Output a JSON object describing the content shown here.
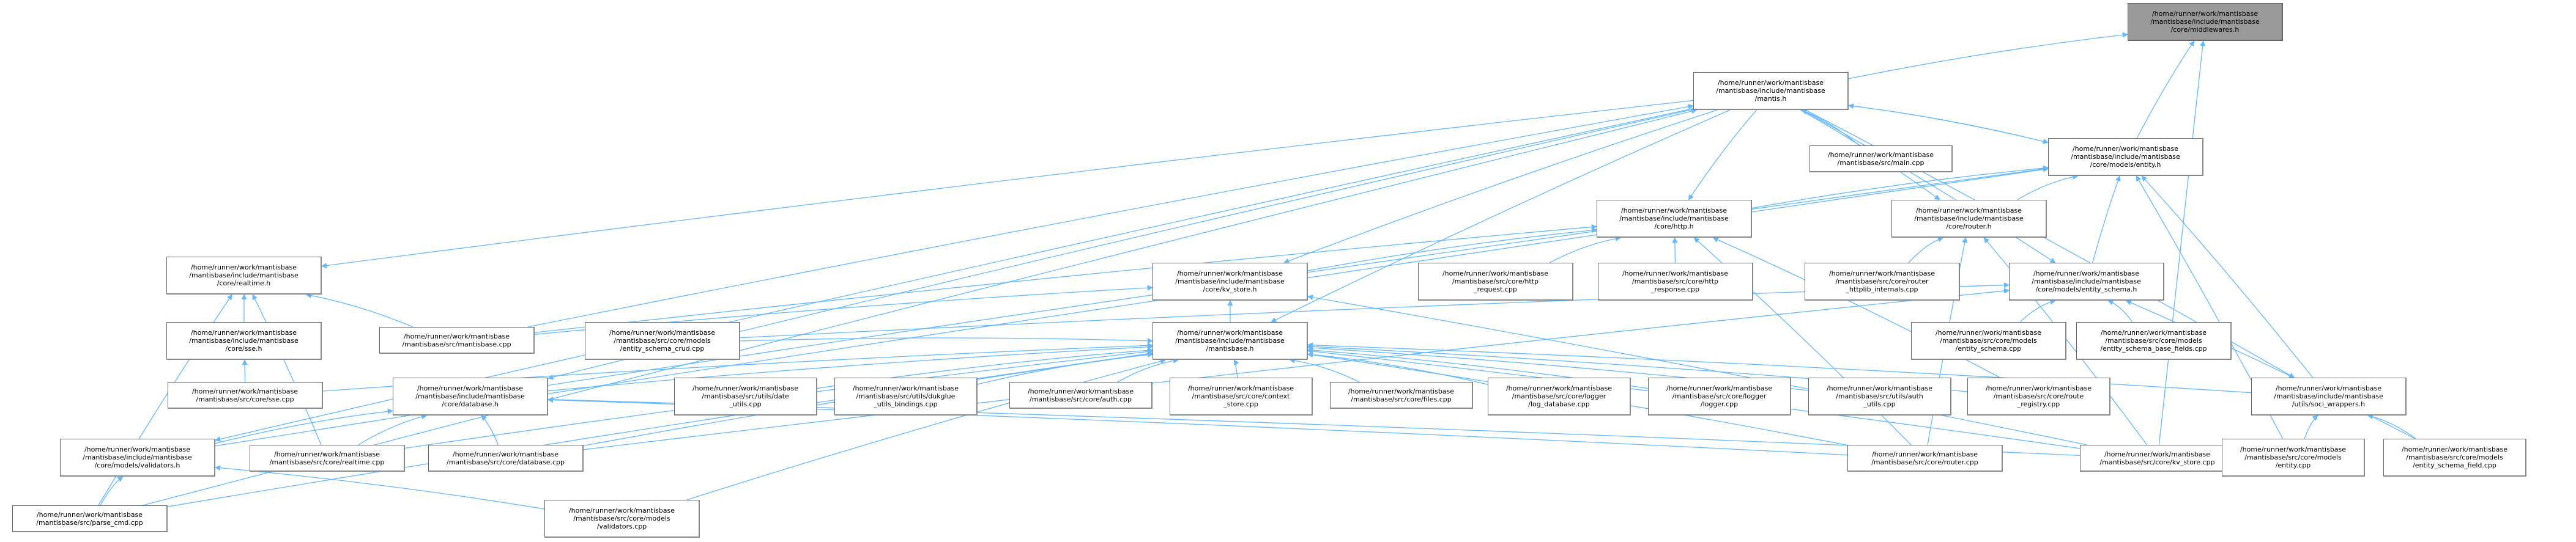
{
  "graph": {
    "title": "Include dependency graph for middlewares.h",
    "edge_color": "#63b8ff",
    "focus_fill": "#999999",
    "nodes": [
      {
        "id": "middlewares_h",
        "label": "/home/runner/work/mantisbase\n/mantisbase/include/mantisbase\n/core/middlewares.h",
        "focus": true
      },
      {
        "id": "mantis_h",
        "label": "/home/runner/work/mantisbase\n/mantisbase/include/mantisbase\n/mantis.h"
      },
      {
        "id": "main_cpp",
        "label": "/home/runner/work/mantisbase\n/mantisbase/src/main.cpp"
      },
      {
        "id": "entity_h",
        "label": "/home/runner/work/mantisbase\n/mantisbase/include/mantisbase\n/core/models/entity.h"
      },
      {
        "id": "http_h",
        "label": "/home/runner/work/mantisbase\n/mantisbase/include/mantisbase\n/core/http.h"
      },
      {
        "id": "router_h",
        "label": "/home/runner/work/mantisbase\n/mantisbase/include/mantisbase\n/core/router.h"
      },
      {
        "id": "realtime_h",
        "label": "/home/runner/work/mantisbase\n/mantisbase/include/mantisbase\n/core/realtime.h"
      },
      {
        "id": "kv_store_h",
        "label": "/home/runner/work/mantisbase\n/mantisbase/include/mantisbase\n/core/kv_store.h"
      },
      {
        "id": "http_request_cpp",
        "label": "/home/runner/work/mantisbase\n/mantisbase/src/core/http\n_request.cpp"
      },
      {
        "id": "http_response_cpp",
        "label": "/home/runner/work/mantisbase\n/mantisbase/src/core/http\n_response.cpp"
      },
      {
        "id": "router_httplib_cpp",
        "label": "/home/runner/work/mantisbase\n/mantisbase/src/core/router\n_httplib_internals.cpp"
      },
      {
        "id": "entity_schema_h",
        "label": "/home/runner/work/mantisbase\n/mantisbase/include/mantisbase\n/core/models/entity_schema.h"
      },
      {
        "id": "sse_h",
        "label": "/home/runner/work/mantisbase\n/mantisbase/include/mantisbase\n/core/sse.h"
      },
      {
        "id": "mantisbase_cpp",
        "label": "/home/runner/work/mantisbase\n/mantisbase/src/mantisbase.cpp"
      },
      {
        "id": "entity_schema_crud_cpp",
        "label": "/home/runner/work/mantisbase\n/mantisbase/src/core/models\n/entity_schema_crud.cpp"
      },
      {
        "id": "mantisbase_h",
        "label": "/home/runner/work/mantisbase\n/mantisbase/include/mantisbase\n/mantisbase.h"
      },
      {
        "id": "entity_schema_cpp",
        "label": "/home/runner/work/mantisbase\n/mantisbase/src/core/models\n/entity_schema.cpp"
      },
      {
        "id": "entity_schema_base_fields_cpp",
        "label": "/home/runner/work/mantisbase\n/mantisbase/src/core/models\n/entity_schema_base_fields.cpp"
      },
      {
        "id": "sse_cpp",
        "label": "/home/runner/work/mantisbase\n/mantisbase/src/core/sse.cpp"
      },
      {
        "id": "database_h",
        "label": "/home/runner/work/mantisbase\n/mantisbase/include/mantisbase\n/core/database.h"
      },
      {
        "id": "date_utils_cpp",
        "label": "/home/runner/work/mantisbase\n/mantisbase/src/utils/date\n_utils.cpp"
      },
      {
        "id": "dukglue_cpp",
        "label": "/home/runner/work/mantisbase\n/mantisbase/src/utils/dukglue\n_utils_bindings.cpp"
      },
      {
        "id": "auth_cpp",
        "label": "/home/runner/work/mantisbase\n/mantisbase/src/core/auth.cpp"
      },
      {
        "id": "context_store_cpp",
        "label": "/home/runner/work/mantisbase\n/mantisbase/src/core/context\n_store.cpp"
      },
      {
        "id": "files_cpp",
        "label": "/home/runner/work/mantisbase\n/mantisbase/src/core/files.cpp"
      },
      {
        "id": "log_database_cpp",
        "label": "/home/runner/work/mantisbase\n/mantisbase/src/core/logger\n/log_database.cpp"
      },
      {
        "id": "logger_cpp",
        "label": "/home/runner/work/mantisbase\n/mantisbase/src/core/logger\n/logger.cpp"
      },
      {
        "id": "auth_utils_cpp",
        "label": "/home/runner/work/mantisbase\n/mantisbase/src/utils/auth\n_utils.cpp"
      },
      {
        "id": "route_registry_cpp",
        "label": "/home/runner/work/mantisbase\n/mantisbase/src/core/route\n_registry.cpp"
      },
      {
        "id": "soci_wrappers_h",
        "label": "/home/runner/work/mantisbase\n/mantisbase/include/mantisbase\n/utils/soci_wrappers.h"
      },
      {
        "id": "validators_h",
        "label": "/home/runner/work/mantisbase\n/mantisbase/include/mantisbase\n/core/models/validators.h"
      },
      {
        "id": "realtime_cpp",
        "label": "/home/runner/work/mantisbase\n/mantisbase/src/core/realtime.cpp"
      },
      {
        "id": "database_cpp",
        "label": "/home/runner/work/mantisbase\n/mantisbase/src/core/database.cpp"
      },
      {
        "id": "router_cpp",
        "label": "/home/runner/work/mantisbase\n/mantisbase/src/core/router.cpp"
      },
      {
        "id": "kv_store_cpp",
        "label": "/home/runner/work/mantisbase\n/mantisbase/src/core/kv_store.cpp"
      },
      {
        "id": "entity_cpp",
        "label": "/home/runner/work/mantisbase\n/mantisbase/src/core/models\n/entity.cpp"
      },
      {
        "id": "entity_schema_field_cpp",
        "label": "/home/runner/work/mantisbase\n/mantisbase/src/core/models\n/entity_schema_field.cpp"
      },
      {
        "id": "parse_cmd_cpp",
        "label": "/home/runner/work/mantisbase\n/mantisbase/src/parse_cmd.cpp"
      },
      {
        "id": "validators_cpp",
        "label": "/home/runner/work/mantisbase\n/mantisbase/src/core/models\n/validators.cpp"
      }
    ],
    "edges": [
      [
        "mantis_h",
        "middlewares_h"
      ],
      [
        "entity_h",
        "middlewares_h"
      ],
      [
        "kv_store_cpp",
        "middlewares_h"
      ],
      [
        "main_cpp",
        "mantis_h"
      ],
      [
        "entity_h",
        "mantis_h"
      ],
      [
        "mantis_h",
        "entity_h"
      ],
      [
        "mantis_h",
        "http_h"
      ],
      [
        "mantis_h",
        "router_h"
      ],
      [
        "mantis_h",
        "realtime_h"
      ],
      [
        "mantis_h",
        "kv_store_h"
      ],
      [
        "mantis_h",
        "mantisbase_h"
      ],
      [
        "mantis_h",
        "entity_schema_h"
      ],
      [
        "mantis_h",
        "database_h"
      ],
      [
        "mantis_h",
        "validators_h"
      ],
      [
        "mantis_h",
        "soci_wrappers_h"
      ],
      [
        "mantisbase_cpp",
        "mantis_h"
      ],
      [
        "parse_cmd_cpp",
        "mantis_h"
      ],
      [
        "http_h",
        "entity_h"
      ],
      [
        "router_h",
        "entity_h"
      ],
      [
        "entity_schema_h",
        "entity_h"
      ],
      [
        "database_h",
        "entity_h"
      ],
      [
        "entity_cpp",
        "entity_h"
      ],
      [
        "validators_h",
        "entity_h"
      ],
      [
        "soci_wrappers_h",
        "entity_h"
      ],
      [
        "kv_store_h",
        "http_h"
      ],
      [
        "http_request_cpp",
        "http_h"
      ],
      [
        "http_response_cpp",
        "http_h"
      ],
      [
        "router_cpp",
        "http_h"
      ],
      [
        "route_registry_cpp",
        "http_h"
      ],
      [
        "mantisbase_cpp",
        "http_h"
      ],
      [
        "router_httplib_cpp",
        "router_h"
      ],
      [
        "router_cpp",
        "router_h"
      ],
      [
        "kv_store_cpp",
        "router_h"
      ],
      [
        "entity_schema_cpp",
        "entity_schema_h"
      ],
      [
        "entity_schema_base_fields_cpp",
        "entity_schema_h"
      ],
      [
        "entity_schema_crud_cpp",
        "entity_schema_h"
      ],
      [
        "entity_schema_field_cpp",
        "entity_schema_h"
      ],
      [
        "database_cpp",
        "entity_schema_h"
      ],
      [
        "sse_h",
        "realtime_h"
      ],
      [
        "mantisbase_cpp",
        "realtime_h"
      ],
      [
        "realtime_cpp",
        "realtime_h"
      ],
      [
        "parse_cmd_cpp",
        "realtime_h"
      ],
      [
        "sse_cpp",
        "sse_h"
      ],
      [
        "mantisbase_h",
        "kv_store_h"
      ],
      [
        "mantisbase_cpp",
        "kv_store_h"
      ],
      [
        "kv_store_cpp",
        "kv_store_h"
      ],
      [
        "entity_schema_crud_cpp",
        "mantisbase_h"
      ],
      [
        "sse_cpp",
        "mantisbase_h"
      ],
      [
        "database_h",
        "mantisbase_h"
      ],
      [
        "date_utils_cpp",
        "mantisbase_h"
      ],
      [
        "dukglue_cpp",
        "mantisbase_h"
      ],
      [
        "auth_cpp",
        "mantisbase_h"
      ],
      [
        "context_store_cpp",
        "mantisbase_h"
      ],
      [
        "files_cpp",
        "mantisbase_h"
      ],
      [
        "log_database_cpp",
        "mantisbase_h"
      ],
      [
        "logger_cpp",
        "mantisbase_h"
      ],
      [
        "auth_utils_cpp",
        "mantisbase_h"
      ],
      [
        "route_registry_cpp",
        "mantisbase_h"
      ],
      [
        "soci_wrappers_h",
        "mantisbase_h"
      ],
      [
        "realtime_cpp",
        "mantisbase_h"
      ],
      [
        "database_cpp",
        "mantisbase_h"
      ],
      [
        "router_cpp",
        "mantisbase_h"
      ],
      [
        "kv_store_cpp",
        "mantisbase_h"
      ],
      [
        "parse_cmd_cpp",
        "mantisbase_h"
      ],
      [
        "validators_cpp",
        "mantisbase_h"
      ],
      [
        "validators_h",
        "database_h"
      ],
      [
        "realtime_cpp",
        "database_h"
      ],
      [
        "database_cpp",
        "database_h"
      ],
      [
        "router_cpp",
        "database_h"
      ],
      [
        "kv_store_cpp",
        "database_h"
      ],
      [
        "parse_cmd_cpp",
        "validators_h"
      ],
      [
        "validators_cpp",
        "validators_h"
      ],
      [
        "entity_cpp",
        "soci_wrappers_h"
      ],
      [
        "entity_schema_field_cpp",
        "soci_wrappers_h"
      ]
    ]
  }
}
